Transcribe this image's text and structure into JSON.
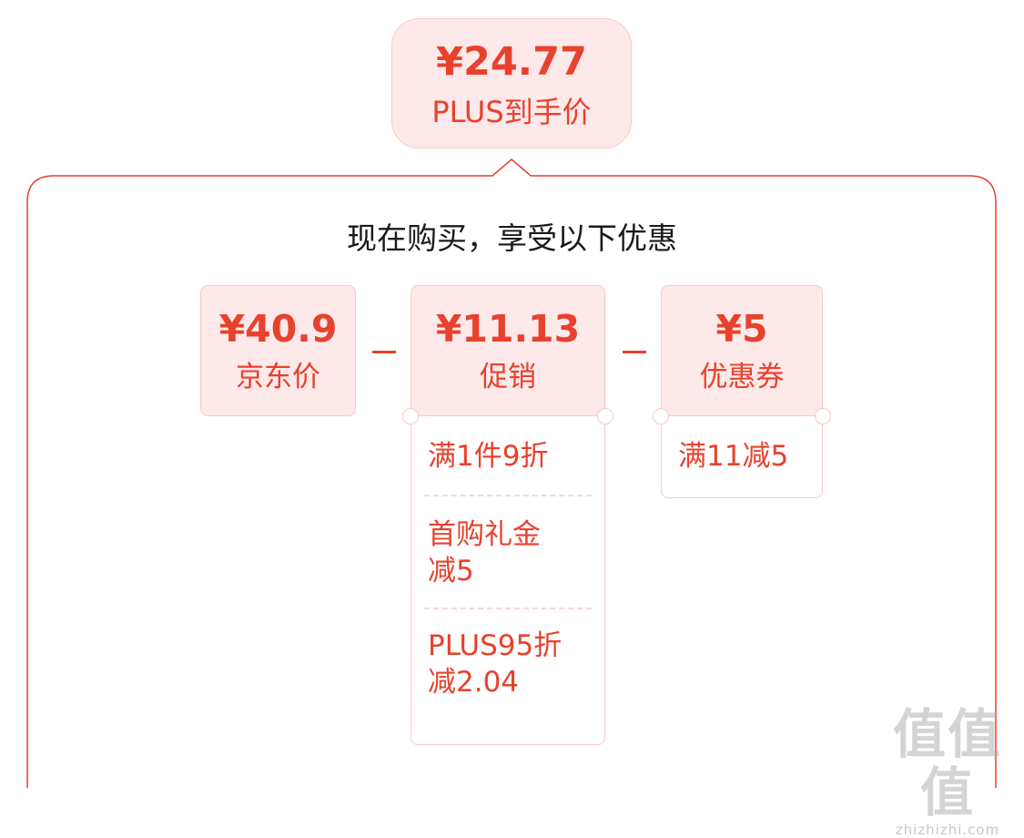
{
  "final_price": {
    "amount": "¥24.77",
    "label": "PLUS到手价"
  },
  "panel": {
    "title": "现在购买，享受以下优惠"
  },
  "jd_price": {
    "amount": "¥40.9",
    "label": "京东价"
  },
  "promotion": {
    "amount": "¥11.13",
    "label": "促销",
    "items": [
      "满1件9折",
      "首购礼金减5",
      "PLUS95折减2.04"
    ]
  },
  "coupon": {
    "amount": "¥5",
    "label": "优惠券",
    "items": [
      "满11减5"
    ]
  },
  "operators": {
    "minus": "−"
  },
  "watermark": {
    "logo": "值值值",
    "url": "zhizhizhi.com"
  },
  "colors": {
    "accent": "#e8412d",
    "card_bg": "#fde9e9",
    "card_border": "#f9c9c9",
    "panel_border": "#e8412d"
  }
}
